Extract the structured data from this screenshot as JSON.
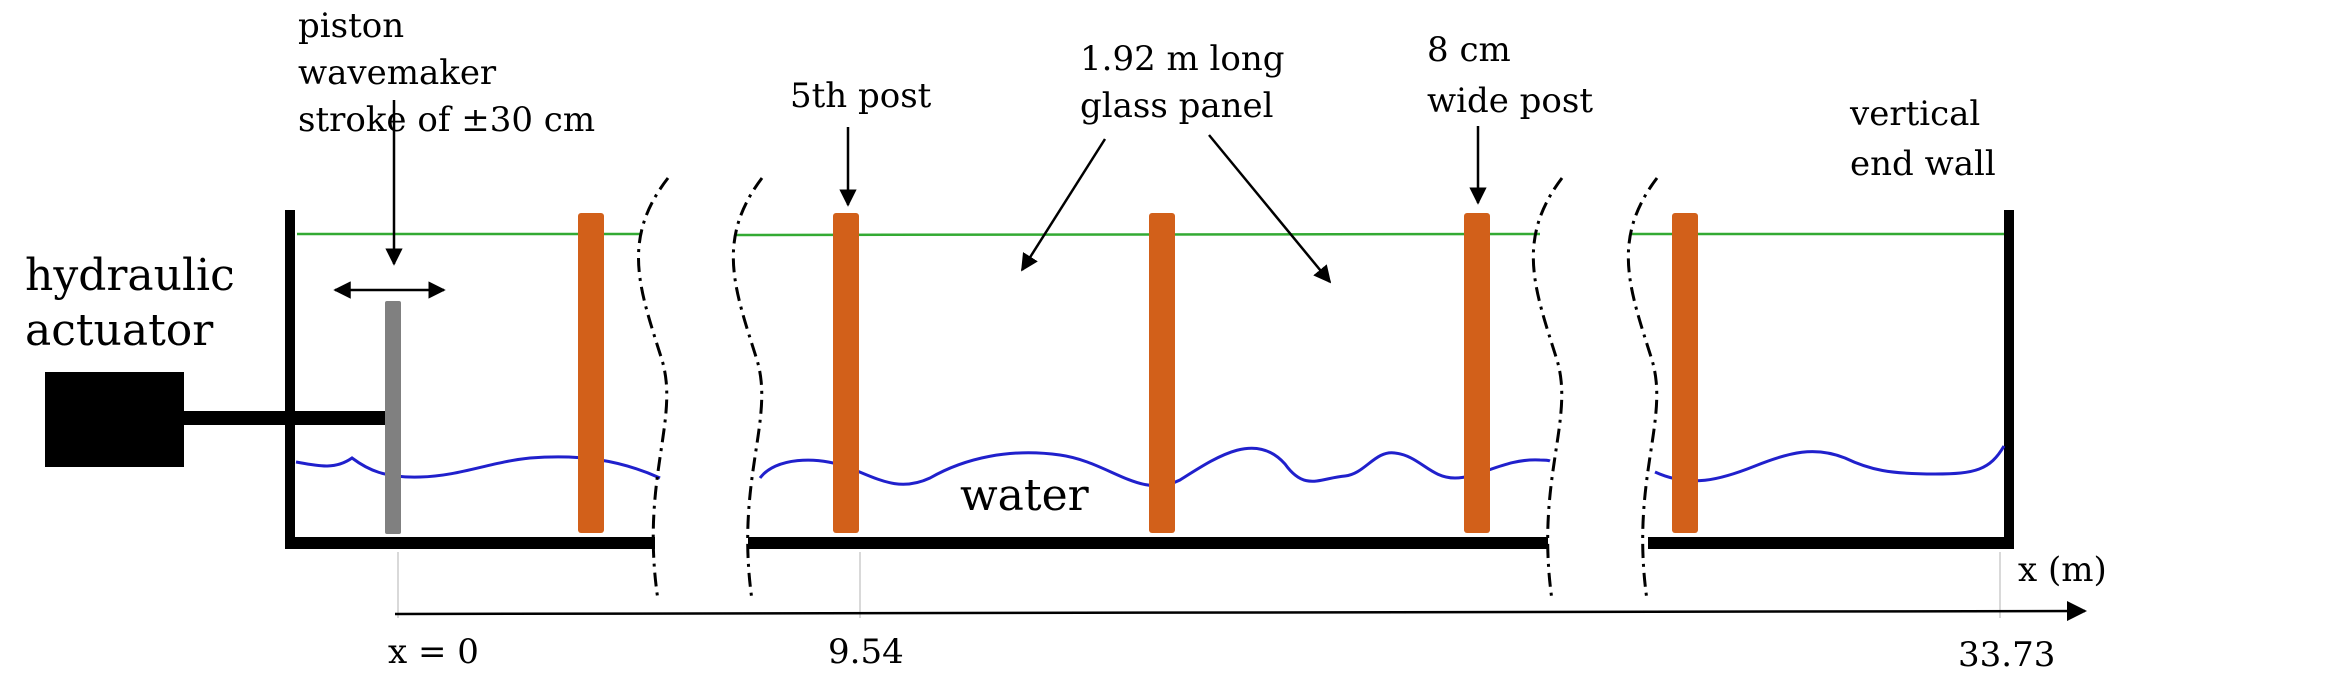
{
  "labels": {
    "actuator_line1": "hydraulic",
    "actuator_line2": "actuator",
    "wavemaker_line1": "piston",
    "wavemaker_line2": "wavemaker",
    "wavemaker_line3": "stroke of ±30 cm",
    "post5": "5th post",
    "panel_line1": "1.92 m long",
    "panel_line2": "glass panel",
    "post_width_line1": "8 cm",
    "post_width_line2": "wide post",
    "endwall_line1": "vertical",
    "endwall_line2": "end wall",
    "water": "water",
    "axis_label": "x (m)",
    "tick_0": "x = 0",
    "tick_1": "9.54",
    "tick_2": "33.73"
  },
  "colors": {
    "post": "#d2601a",
    "water_line": "#2020cc",
    "still_water": "#33aa33",
    "wavemaker_paddle": "#808080",
    "structure": "#000000"
  }
}
